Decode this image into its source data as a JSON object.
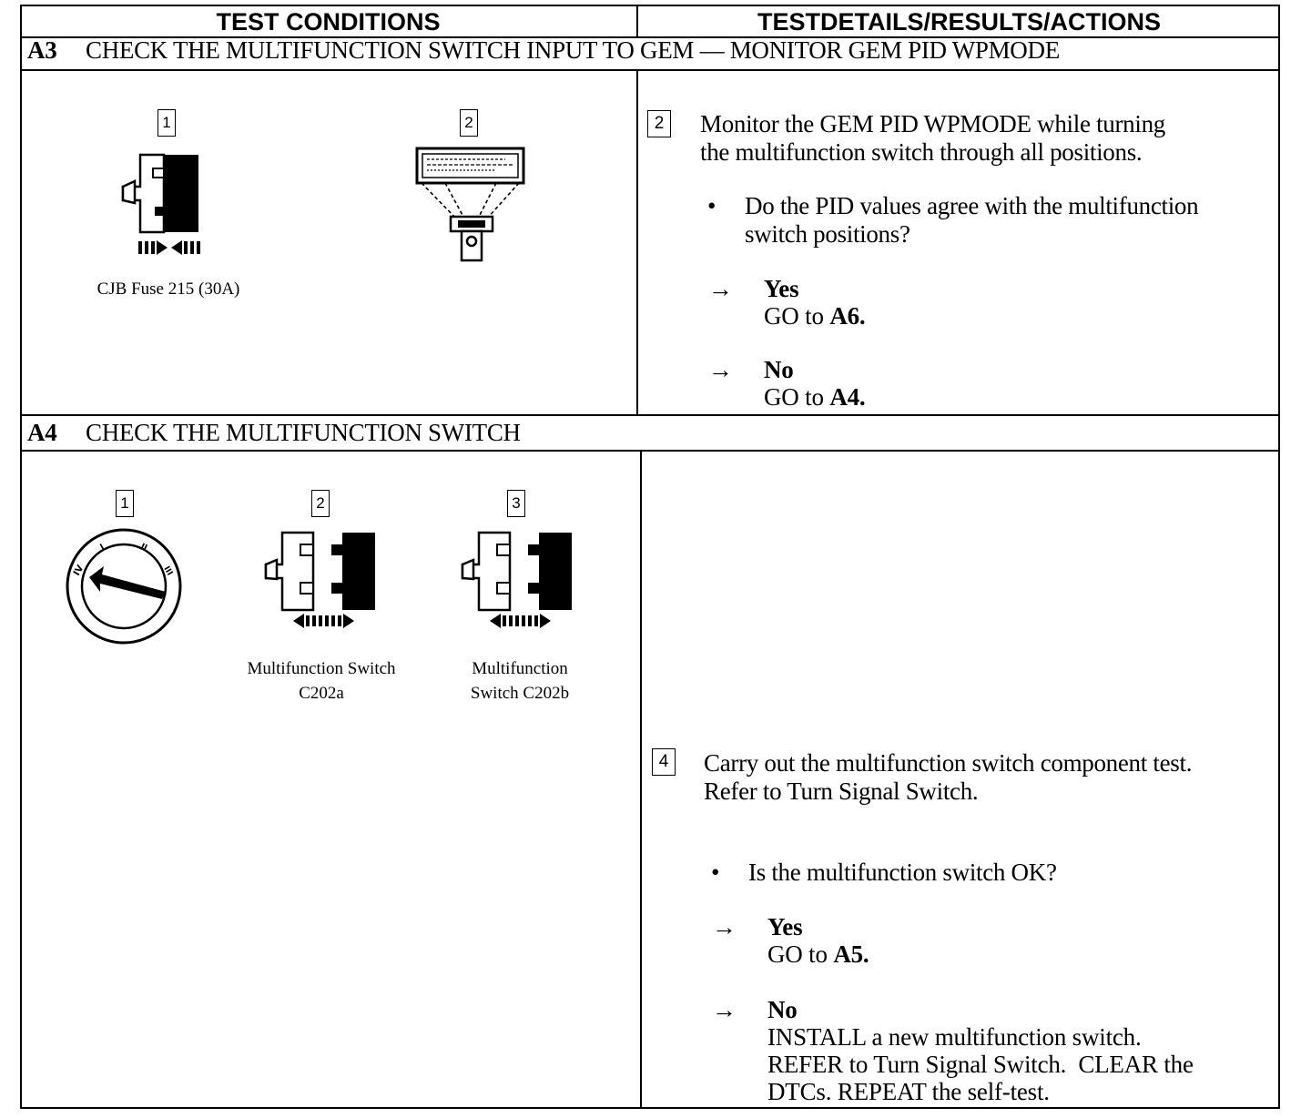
{
  "header": {
    "left": "TEST CONDITIONS",
    "right": "TESTDETAILS/RESULTS/ACTIONS"
  },
  "a3": {
    "id": "A3",
    "title": "CHECK THE MULTIFUNCTION SWITCH INPUT TO GEM — MONITOR GEM PID WPMODE",
    "fig1_num": "1",
    "fig1_caption": "CJB Fuse 215 (30A)",
    "fig2_num": "2",
    "step_num": "2",
    "instruction_line1": "Monitor the GEM PID WPMODE while turning",
    "instruction_line2": "the multifunction switch through all positions.",
    "question_line1": "Do the PID values agree with the multifunction",
    "question_line2": "switch positions?",
    "yes_label": "Yes",
    "yes_go": "GO to",
    "yes_target": "A6.",
    "no_label": "No",
    "no_go": "GO to",
    "no_target": "A4."
  },
  "a4": {
    "id": "A4",
    "title": "CHECK THE MULTIFUNCTION SWITCH",
    "fig1_num": "1",
    "fig2_num": "2",
    "fig2_caption_line1": "Multifunction Switch",
    "fig2_caption_line2": "C202a",
    "fig3_num": "3",
    "fig3_caption_line1": "Multifunction",
    "fig3_caption_line2": "Switch C202b",
    "step_num": "4",
    "instruction_line1": "Carry out the multifunction switch component test.",
    "instruction_line2": "Refer to Turn Signal Switch.",
    "question": "Is the multifunction switch OK?",
    "yes_label": "Yes",
    "yes_go": "GO to",
    "yes_target": "A5.",
    "no_label": "No",
    "no_line1": "INSTALL a new multifunction switch.",
    "no_line2": "REFER to Turn Signal Switch.  CLEAR the",
    "no_line3": "DTCs. REPEAT the self-test."
  },
  "symbols": {
    "bullet": "•",
    "arrow": "→"
  }
}
